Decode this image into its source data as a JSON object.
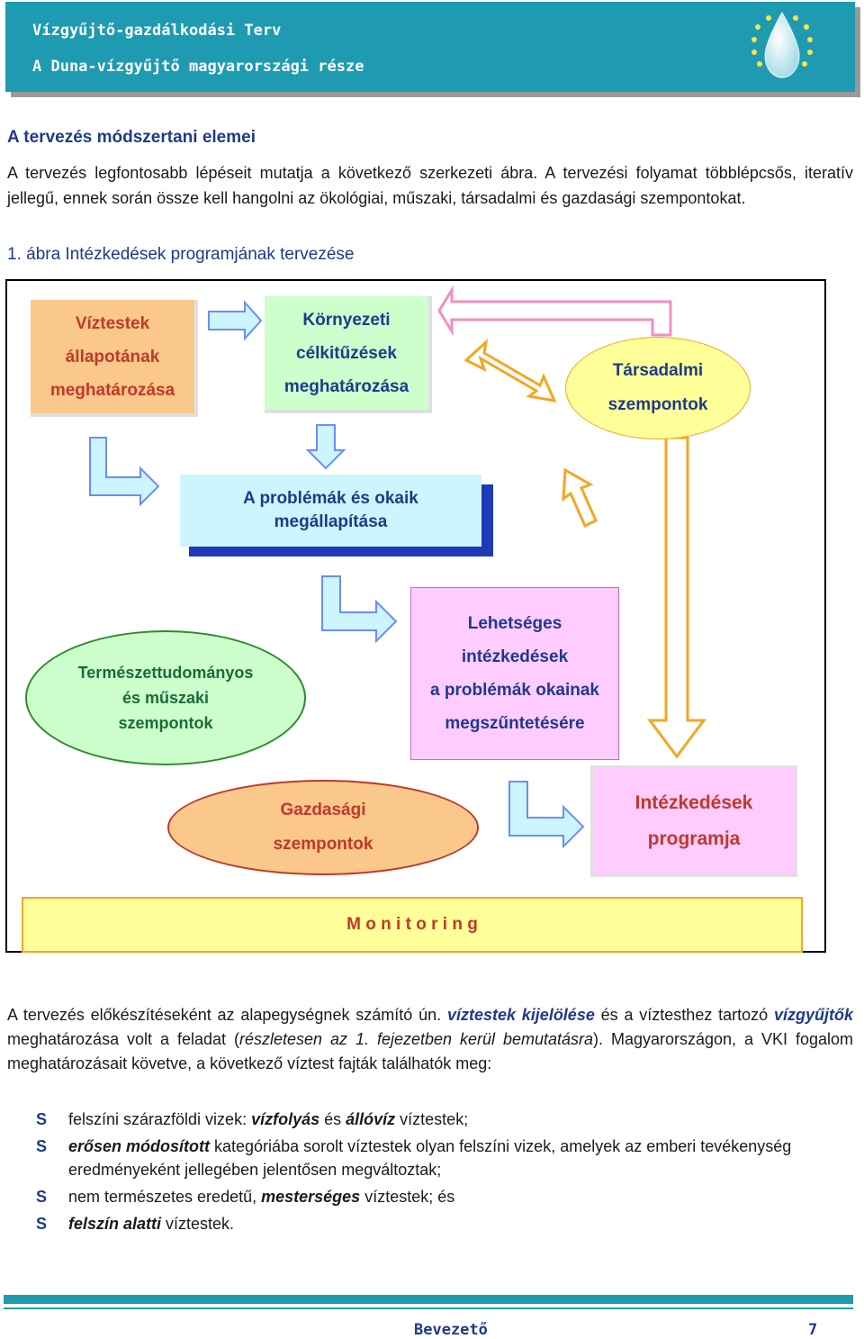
{
  "header": {
    "title_line1": "Vízgyűjtő-gazdálkodási Terv",
    "title_line2": "A Duna-vízgyűjtő magyarországi része",
    "logo_icon": "water-drop-stars-icon",
    "background_color": "#1e9bb0"
  },
  "section_title": "A tervezés módszertani elemei",
  "intro_text": "A tervezés legfontosabb lépéseit mutatja a következő szerkezeti ábra. A tervezési folyamat többlépcsős, iteratív jellegű, ennek során össze kell hangolni az ökológiai, műszaki, társadalmi és gazdasági szempontokat.",
  "figure_title": "1. ábra Intézkedések programjának tervezése",
  "diagram": {
    "viztestek": [
      "Víztestek",
      "állapotának",
      "meghatározása"
    ],
    "kornyezeti": [
      "Környezeti",
      "célkitűzések",
      "meghatározása"
    ],
    "tarsadalmi": [
      "Társadalmi",
      "szempontok"
    ],
    "problemak": [
      "A problémák és okaik",
      "megállapítása"
    ],
    "termeszet": [
      "Természettudományos",
      "és műszaki",
      "szempontok"
    ],
    "lehetseges": [
      "Lehetséges",
      "intézkedések",
      "a problémák okainak",
      "megszűntetésére"
    ],
    "gazdasagi": [
      "Gazdasági",
      "szempontok"
    ],
    "program": [
      "Intézkedések",
      "programja"
    ],
    "monitoring": "M o n i t o r i n g",
    "colors": {
      "viztestek_fill": "#f9c88a",
      "kornyezeti_fill": "#ccffcc",
      "tarsadalmi_fill": "#ffff99",
      "problemak_fill": "#ccf5ff",
      "termeszet_fill": "#ccffcc",
      "lehetseges_fill": "#ffccff",
      "gazdasagi_fill": "#f9c88a",
      "program_fill": "#ffccff",
      "monitoring_fill": "#ffff99"
    }
  },
  "after_text": {
    "p1_a": "A tervezés előkészítéseként az alapegységnek számító ún. ",
    "p1_b": "víztestek kijelölése",
    "p1_c": " és a víztesthez tartozó ",
    "p1_d": "vízgyűjtők",
    "p1_e": " meghatározása volt a feladat (",
    "p1_f": "részletesen az 1. fejezetben kerül bemutatásra",
    "p1_g": "). Magyarországon, a VKI fogalom meghatározásait követve, a következő víztest fajták találhatók meg:"
  },
  "bullets": [
    {
      "pre": "felszíni szárazföldi vizek: ",
      "em1": "vízfolyás",
      "mid": " és ",
      "em2": "állóvíz",
      "post": " víztestek;"
    },
    {
      "pre": "",
      "em1": "erősen módosított",
      "mid": " kategóriába sorolt víztestek olyan felszíni vizek, amelyek az emberi tevékenység eredményeként jellegében jelentősen megváltoztak;",
      "em2": "",
      "post": ""
    },
    {
      "pre": "nem természetes eredetű, ",
      "em1": "mesterséges",
      "mid": " víztestek; és",
      "em2": "",
      "post": ""
    },
    {
      "pre": "",
      "em1": "felszín alatti",
      "mid": " víztestek.",
      "em2": "",
      "post": ""
    }
  ],
  "bullet_marker": "S",
  "footer": {
    "label": "Bevezető",
    "page": "7"
  }
}
